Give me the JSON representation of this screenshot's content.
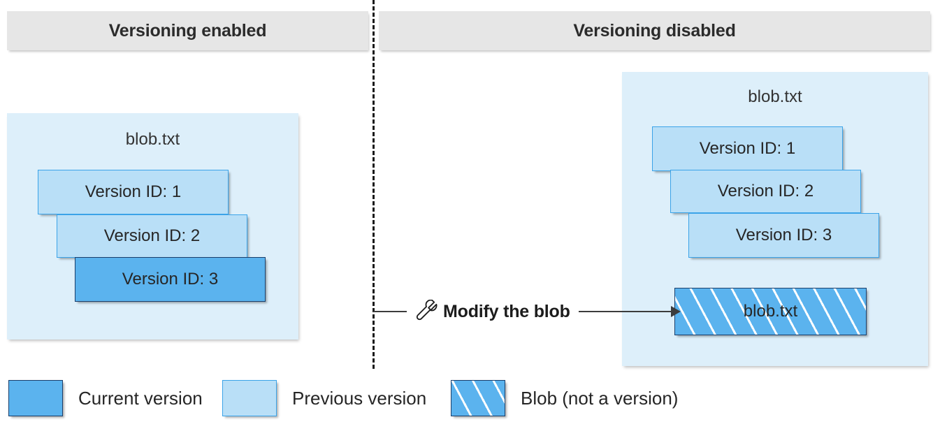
{
  "columns": [
    {
      "title": "Versioning enabled"
    },
    {
      "title": "Versioning disabled"
    }
  ],
  "left_panel": {
    "blob_name": "blob.txt",
    "versions": [
      {
        "label": "Version ID: 1",
        "kind": "previous"
      },
      {
        "label": "Version ID: 2",
        "kind": "previous"
      },
      {
        "label": "Version ID: 3",
        "kind": "current"
      }
    ]
  },
  "right_panel": {
    "blob_name": "blob.txt",
    "versions": [
      {
        "label": "Version ID: 1",
        "kind": "previous"
      },
      {
        "label": "Version ID: 2",
        "kind": "previous"
      },
      {
        "label": "Version ID: 3",
        "kind": "previous"
      }
    ],
    "hatched_blob_label": "blob.txt"
  },
  "annotation": {
    "label": "Modify the blob",
    "icon": "wrench-icon"
  },
  "legend": [
    {
      "label": "Current version",
      "kind": "current",
      "color": "#5bb3ee"
    },
    {
      "label": "Previous version",
      "kind": "previous",
      "color": "#b9dff7"
    },
    {
      "label": "Blob (not a version)",
      "kind": "hatched",
      "color": "#5bb3ee"
    }
  ],
  "colors": {
    "current_version": "#5bb3ee",
    "previous_version": "#b9dff7",
    "container_background": "#ddeffa",
    "header_background": "#e6e6e6",
    "divider": "#1a1a1a",
    "arrow": "#3c3c3c",
    "text": "#262626"
  }
}
